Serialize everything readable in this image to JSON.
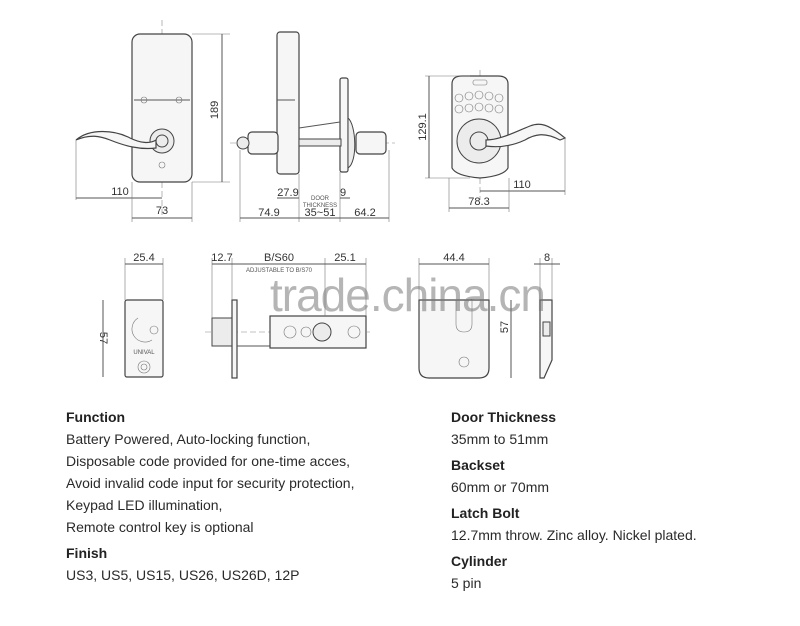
{
  "drawings": {
    "front_view": {
      "height": "189",
      "lever_length": "110",
      "width": "73"
    },
    "side_view": {
      "inner_thickness": "27.9",
      "outer_thickness": "9",
      "door_label_line1": "DOOR",
      "door_label_line2": "THICKNESS",
      "inner_projection": "74.9",
      "door_thickness": "35~51",
      "outer_projection": "64.2"
    },
    "keypad_view": {
      "height": "129.1",
      "lever_length": "110",
      "width": "78.3"
    },
    "latch_face": {
      "width": "25.4",
      "height": "57",
      "stamp": "UNIVAL"
    },
    "latch_side": {
      "throw": "12.7",
      "backset": "B/S60",
      "adjustable": "ADJUSTABLE TO B/S70",
      "depth": "25.1"
    },
    "strike_plate": {
      "width": "44.4",
      "height": "57"
    },
    "strike_side": {
      "thickness": "8"
    }
  },
  "watermark": "trade.china.cn",
  "specs": {
    "function": {
      "title": "Function",
      "lines": [
        "Battery Powered, Auto-locking function,",
        "Disposable code provided for one-time acces,",
        "Avoid invalid code input for security protection,",
        "Keypad LED illumination,",
        "Remote control key is optional"
      ]
    },
    "finish": {
      "title": "Finish",
      "value": "US3, US5, US15, US26, US26D, 12P"
    },
    "door_thickness": {
      "title": "Door Thickness",
      "value": "35mm to 51mm"
    },
    "backset": {
      "title": "Backset",
      "value": "60mm or 70mm"
    },
    "latch_bolt": {
      "title": "Latch Bolt",
      "value": "12.7mm throw. Zinc alloy. Nickel plated."
    },
    "cylinder": {
      "title": "Cylinder",
      "value": "5 pin"
    }
  }
}
